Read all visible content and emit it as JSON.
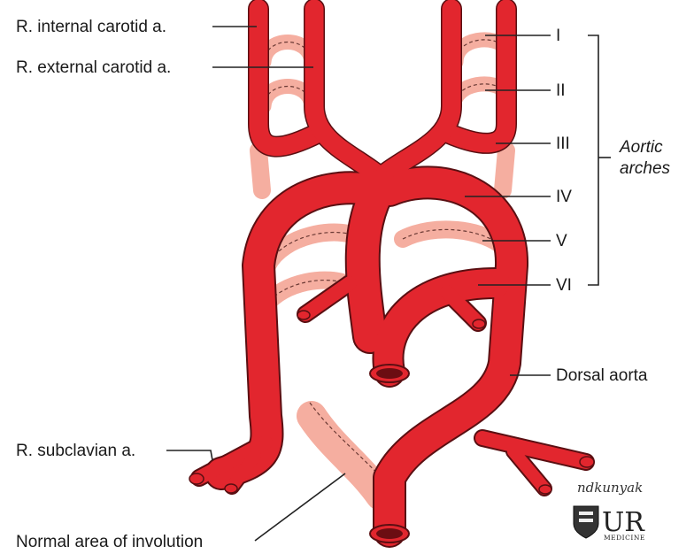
{
  "labels": {
    "internal_carotid": "R. internal carotid a.",
    "external_carotid": "R. external carotid a.",
    "subclavian": "R. subclavian a.",
    "involution": "Normal area of involution",
    "dorsal_aorta": "Dorsal aorta",
    "arch_1": "I",
    "arch_2": "II",
    "arch_3": "III",
    "arch_4": "IV",
    "arch_5": "V",
    "arch_6": "VI",
    "aortic_line1": "Aortic",
    "aortic_line2": "arches"
  },
  "signature": "ndkunyak",
  "logo": {
    "letters": "UR",
    "subtitle": "MEDICINE"
  },
  "colors": {
    "artery": "#e2262e",
    "artery_outline": "#5a0f12",
    "involuted": "#f5aea0",
    "lumen": "#6b0d12",
    "text": "#1a1a1a"
  }
}
